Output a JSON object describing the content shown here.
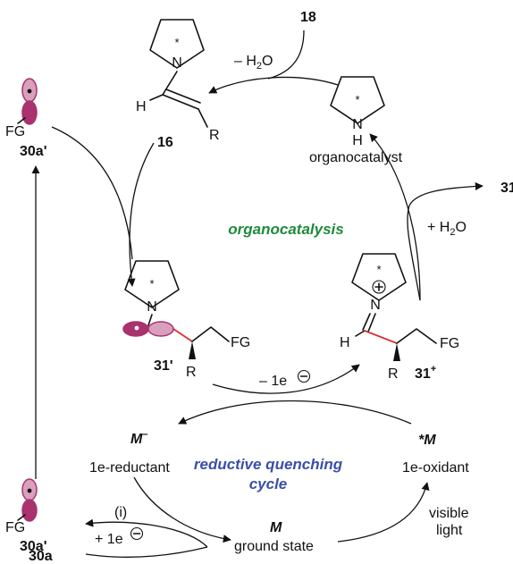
{
  "labels": {
    "compound_18": "18",
    "minus_h2o": "– H",
    "minus_h2o_sub": "2",
    "minus_h2o_tail": "O",
    "h_enamine": "H",
    "r_enamine": "R",
    "compound_16": "16",
    "fg_top": "FG",
    "compound_30a_prime_top": "30a'",
    "nh_n": "N",
    "nh_h": "H",
    "organocatalyst": "organocatalyst",
    "compound_31": "31",
    "plus_h2o": "+ H",
    "plus_h2o_sub": "2",
    "plus_h2o_tail": "O",
    "organocatalysis": "organocatalysis",
    "n_31prime": "N",
    "fg_31prime": "FG",
    "r_31prime": "R",
    "compound_31_prime": "31'",
    "minus_1e": "– 1e",
    "n_31plus": "N",
    "h_31plus": "H",
    "r_31plus": "R",
    "fg_31plus": "FG",
    "compound_31_plus": "31",
    "compound_31_plus_sup": "+",
    "m_minus": "M",
    "m_minus_sup": "–",
    "reductant": "1e-reductant",
    "reductive_quenching_1": "reductive quenching",
    "reductive_quenching_2": "cycle",
    "star_m_star": "*",
    "star_m": "M",
    "oxidant": "1e-oxidant",
    "fg_bottom": "FG",
    "compound_30a_prime_bottom": "30a'",
    "compound_30a": "30a",
    "step_i": "(i)",
    "plus_1e": "+ 1e",
    "m_ground": "M",
    "ground_state": "ground state",
    "visible": "visible",
    "light": "light",
    "ring_star": "*",
    "n_enamine": "N"
  },
  "colors": {
    "orbital": "#a8336e",
    "orbital_light": "#d9a0bd",
    "organocatalysis": "#1f8a3c",
    "reductive": "#3a4fa8",
    "new_bond": "#d93030"
  }
}
